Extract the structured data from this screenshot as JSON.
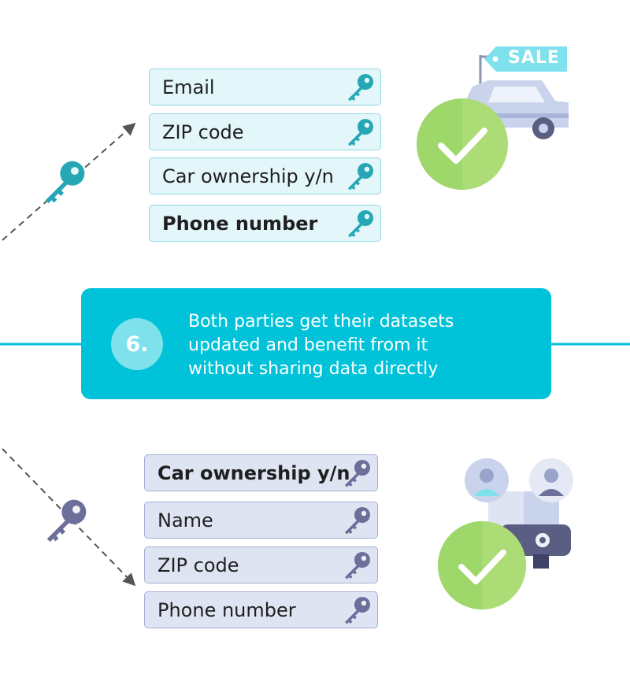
{
  "colors": {
    "teal": "#26a7b5",
    "purple": "#6b6f99",
    "banner": "#00c2d9",
    "check_green": "#9ed76a",
    "line": "#00c2d9"
  },
  "top_fields": [
    {
      "label": "Email",
      "bold": false
    },
    {
      "label": "ZIP code",
      "bold": false
    },
    {
      "label": "Car ownership y/n",
      "bold": false
    },
    {
      "label": "Phone number",
      "bold": true
    }
  ],
  "banner": {
    "step": "6.",
    "lines": [
      "Both parties get their datasets",
      "updated and benefit from it",
      "without sharing data directly"
    ]
  },
  "bottom_fields": [
    {
      "label": "Car ownership y/n",
      "bold": true
    },
    {
      "label": "Name",
      "bold": false
    },
    {
      "label": "ZIP code",
      "bold": false
    },
    {
      "label": "Phone number",
      "bold": false
    }
  ],
  "sale_tag": "SALE",
  "icons": {
    "key": "key-icon",
    "checkmark": "checkmark-icon",
    "car": "car-icon",
    "person": "person-icon"
  }
}
